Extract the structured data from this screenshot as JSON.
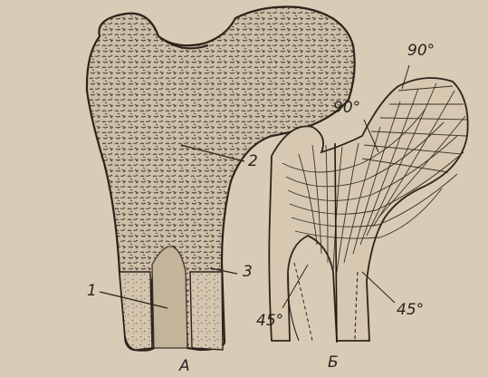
{
  "figure": {
    "panel_a": {
      "letter": "А",
      "callouts": [
        "1",
        "2",
        "3"
      ]
    },
    "panel_b": {
      "letter": "Б",
      "angles": {
        "top": "90°",
        "middle": "90°",
        "left_bottom": "45°",
        "right_bottom": "45°"
      }
    }
  },
  "colors": {
    "paper": "#d9ccb6",
    "ink": "#2a241d",
    "bone_fill": "#c9bba3"
  }
}
